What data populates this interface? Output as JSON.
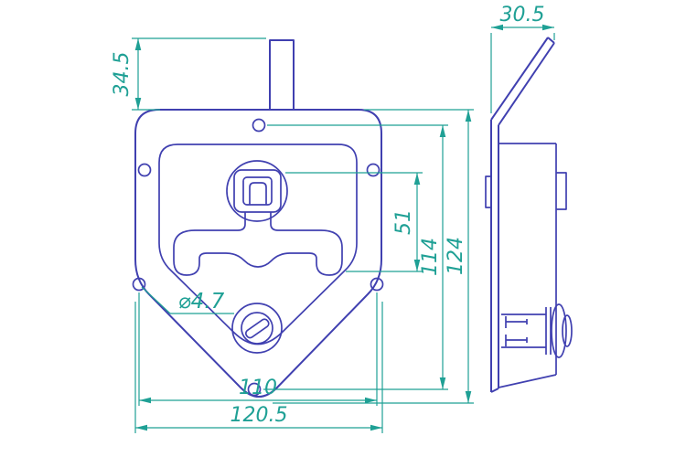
{
  "drawing": {
    "colors": {
      "part_outline": "#4040b0",
      "dimension": "#1fa095",
      "background": "#ffffff"
    },
    "front_view": {
      "dim_tab_height": "34.5",
      "hole_diameter_label": "⌀4.7",
      "dim_handle_length": "51",
      "dim_hole_pitch_vertical": "114",
      "dim_overall_height": "124",
      "dim_hole_pitch_horizontal": "110",
      "dim_overall_width": "120.5"
    },
    "side_view": {
      "dim_depth": "30.5"
    }
  }
}
